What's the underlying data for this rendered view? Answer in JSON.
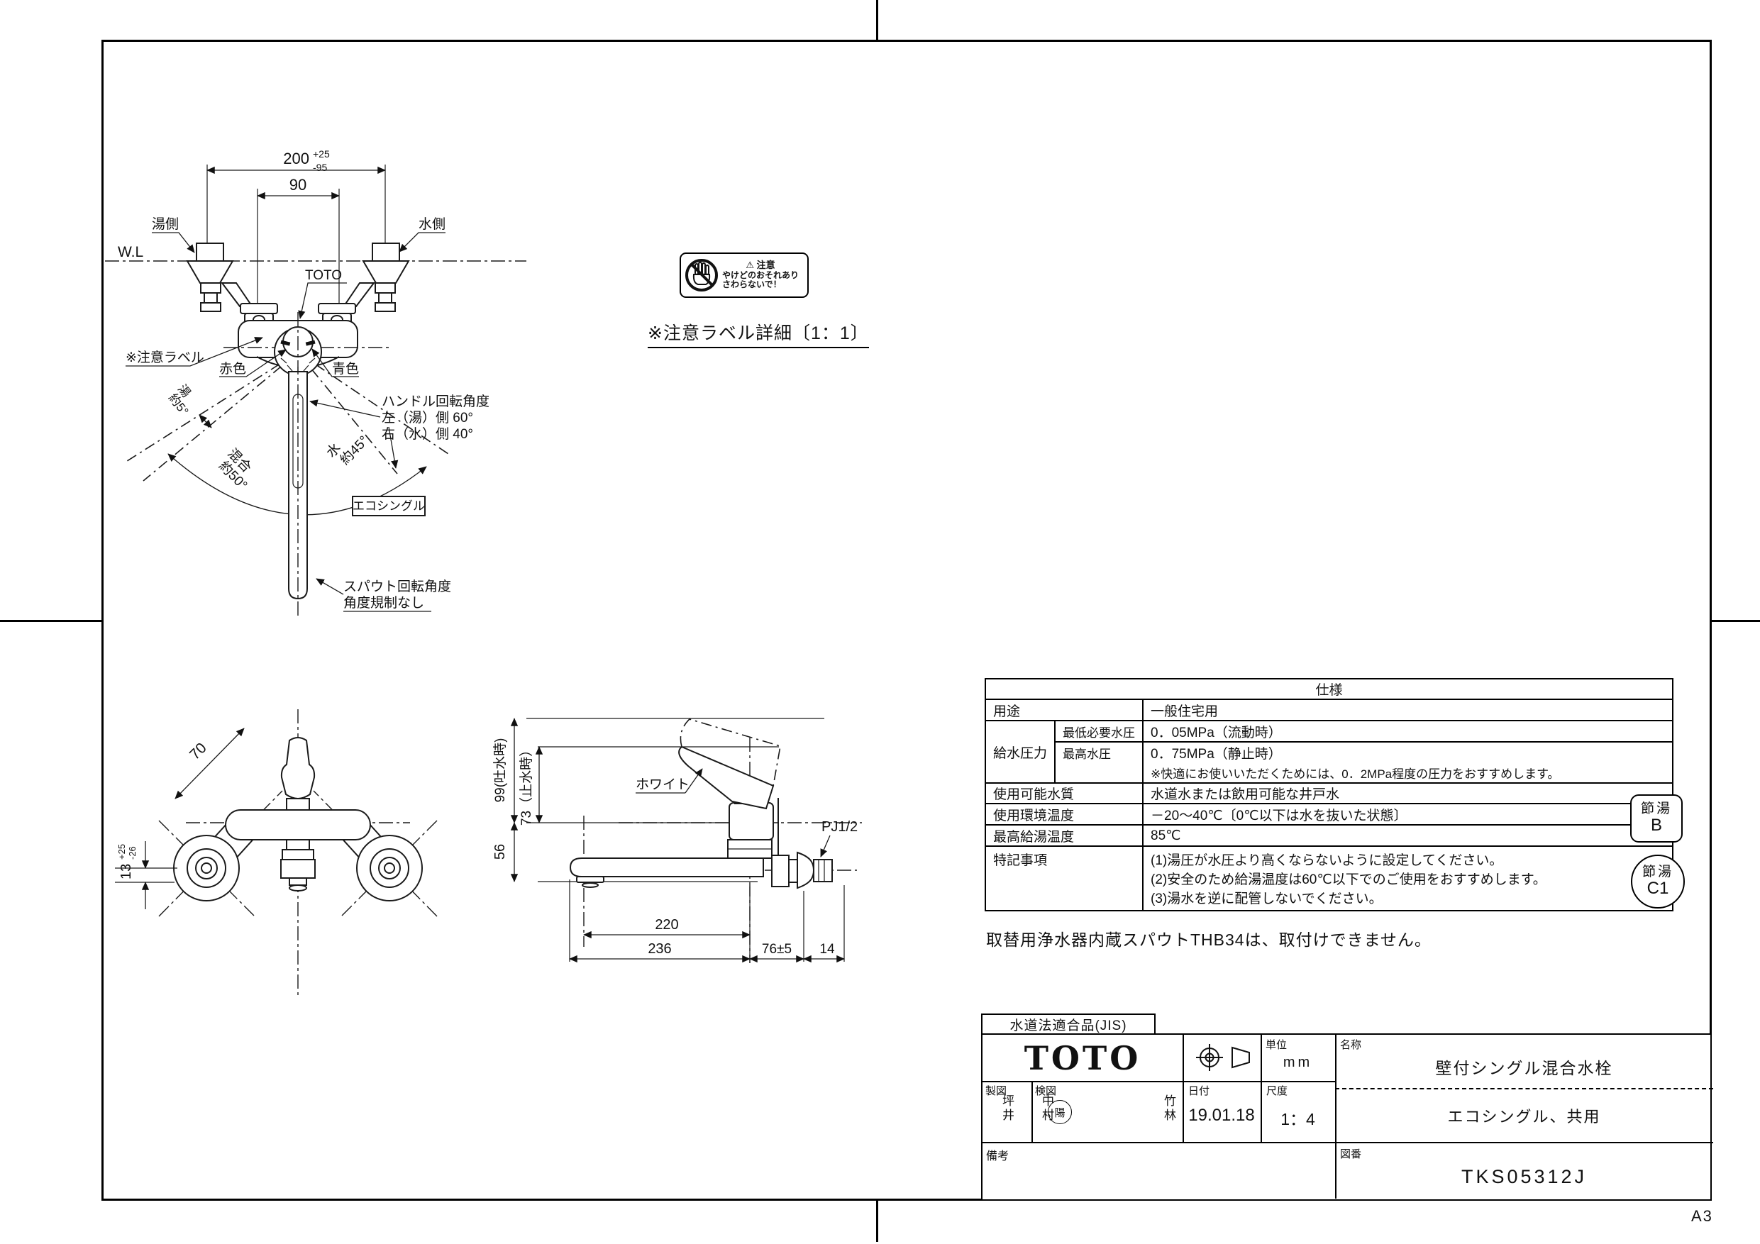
{
  "sheet": {
    "paper_size": "A3"
  },
  "front_view": {
    "dim_pitch": {
      "value": "200",
      "tol_up": "+25",
      "tol_down": "-95"
    },
    "dim_center": "90",
    "label_wl": "W.L",
    "label_hot_side": "湯側",
    "label_cold_side": "水側",
    "label_brand": "TOTO",
    "label_caution_ref": "※注意ラベル",
    "label_red": "赤色",
    "label_blue": "青色",
    "angle_hot": {
      "l1": "湯",
      "l2": "約5°"
    },
    "angle_mix": {
      "l1": "混合",
      "l2": "約50°"
    },
    "angle_water": {
      "l1": "水",
      "l2": "約45°"
    },
    "label_eco_single": "エコシングル",
    "handle_note": [
      "ハンドル回転角度",
      "左（湯）側 60°",
      "右（水）側 40°"
    ],
    "spout_note": [
      "スパウト回転角度",
      "角度規制なし"
    ]
  },
  "caution_label": {
    "warning_sign": "⚠",
    "header": "注意",
    "line1": "やけどのおそれあり",
    "line2": "さわらないで！",
    "caption": "※注意ラベル詳細〔1：1〕"
  },
  "bottom_views": {
    "dim_70": "70",
    "dim_13": {
      "value": "13",
      "tol_up": "+25",
      "tol_down": "-26"
    },
    "dim_99": "99(吐水時)",
    "dim_73": "73（止水時）",
    "dim_56": "56",
    "dim_220": "220",
    "dim_236": "236",
    "dim_76": "76±5",
    "dim_14": "14",
    "label_white": "ホワイト",
    "label_pj": "PJ1/2"
  },
  "spec_table": {
    "title": "仕様",
    "row_usage": {
      "label": "用途",
      "value": "一般住宅用"
    },
    "row_pressure": {
      "label": "給水圧力",
      "min": {
        "label": "最低必要水圧",
        "value": "0．05MPa（流動時）"
      },
      "max": {
        "label": "最高水圧",
        "value": "0．75MPa（静止時）"
      },
      "note": "※快適にお使いいただくためには、0．2MPa程度の圧力をおすすめします。"
    },
    "row_quality": {
      "label": "使用可能水質",
      "value": "水道水または飲用可能な井戸水"
    },
    "row_ambient": {
      "label": "使用環境温度",
      "value": "－20～40℃〔0℃以下は水を抜いた状態〕"
    },
    "row_maxtemp": {
      "label": "最高給湯温度",
      "value": "85℃"
    },
    "row_notes": {
      "label": "特記事項",
      "lines": [
        "(1)湯圧が水圧より高くならないように設定してください。",
        "(2)安全のため給湯温度は60℃以下でのご使用をおすすめします。",
        "(3)湯水を逆に配管しないでください。"
      ]
    }
  },
  "replace_note": "取替用浄水器内蔵スパウトTHB34は、取付けできません。",
  "badges": {
    "b": {
      "line1": "節湯",
      "line2": "B"
    },
    "c1": {
      "line1": "節湯",
      "line2": "C1"
    }
  },
  "title_block": {
    "jis": "水道法適合品(JIS)",
    "brand": "TOTO",
    "unit": {
      "label": "単位",
      "value": "mm"
    },
    "name": {
      "label": "名称",
      "value": "壁付シングル混合水栓",
      "sub": "エコシングル、共用"
    },
    "drawn": {
      "label": "製図",
      "value": "坪井"
    },
    "checked": {
      "label": "検図",
      "value1": "中村",
      "stamp": "陽",
      "value2": "竹林"
    },
    "date": {
      "label": "日付",
      "value": "19.01.18"
    },
    "scale": {
      "label": "尺度",
      "value": "1：4"
    },
    "remarks": {
      "label": "備考"
    },
    "drawing_no": {
      "label": "図番",
      "value": "TKS05312J"
    }
  }
}
